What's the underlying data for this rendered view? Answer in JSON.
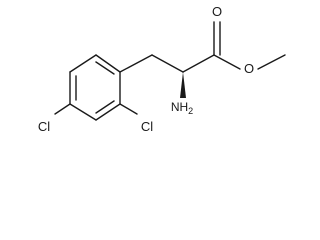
{
  "molecule": {
    "atoms": {
      "carbonyl_oxygen": "O",
      "ester_oxygen": "O",
      "amine_main": "NH",
      "amine_sub": "2",
      "chlorine_ortho": "Cl",
      "chlorine_para": "Cl"
    },
    "stereo": {
      "alpha_carbon": "wedge"
    },
    "colors": {
      "ink": "#1a1a1a",
      "background": "#ffffff"
    }
  }
}
